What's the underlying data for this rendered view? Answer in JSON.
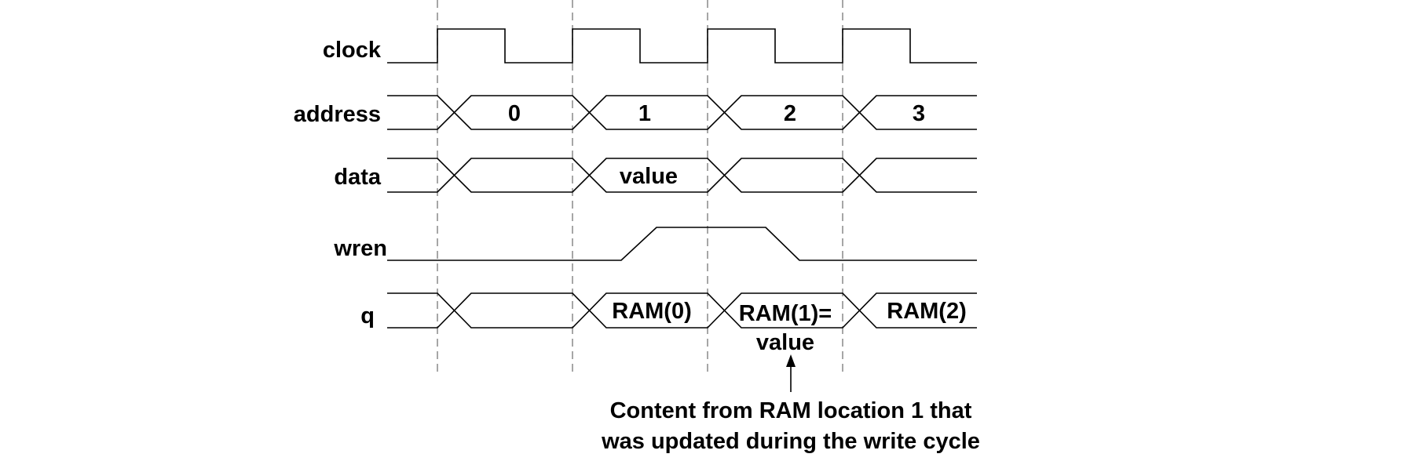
{
  "signals": {
    "clock": "clock",
    "address": "address",
    "data": "data",
    "wren": "wren",
    "q": "q"
  },
  "address_values": [
    "0",
    "1",
    "2",
    "3"
  ],
  "data_values": [
    "value"
  ],
  "q_values": [
    "RAM(0)",
    "RAM(1)=",
    "value",
    "RAM(2)"
  ],
  "annotation": {
    "line1": "Content from RAM location 1 that",
    "line2": "was updated during the write cycle"
  }
}
